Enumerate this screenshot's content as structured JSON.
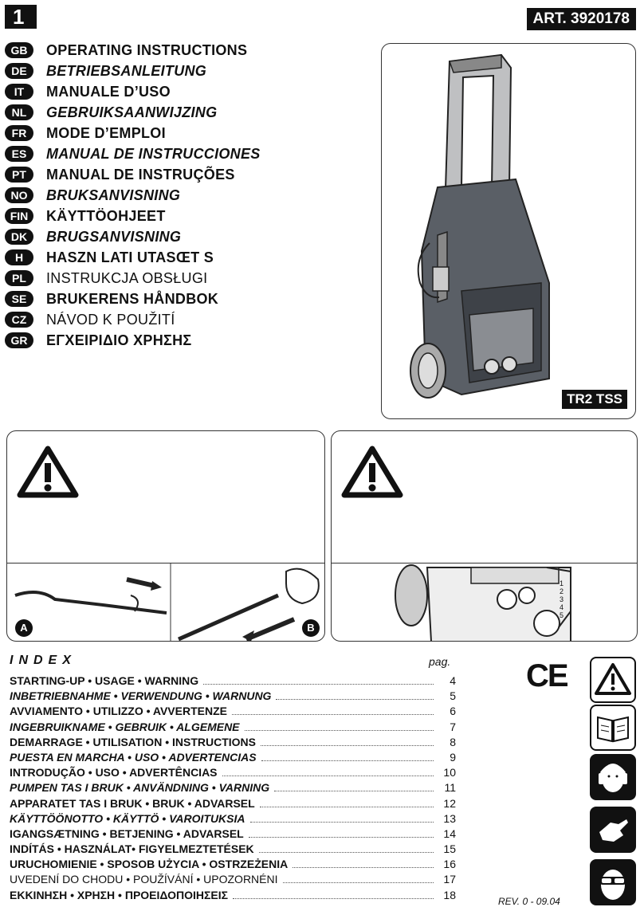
{
  "header": {
    "page_number": "1",
    "article": "ART. 3920178"
  },
  "languages": [
    {
      "code": "GB",
      "title": "OPERATING INSTRUCTIONS",
      "style": "bold"
    },
    {
      "code": "DE",
      "title": "BETRIEBSANLEITUNG",
      "style": "italic"
    },
    {
      "code": "IT",
      "title": "MANUALE D’USO",
      "style": "bold"
    },
    {
      "code": "NL",
      "title": "GEBRUIKSAANWIJZING",
      "style": "italic"
    },
    {
      "code": "FR",
      "title": "MODE D’EMPLOI",
      "style": "bold"
    },
    {
      "code": "ES",
      "title": "MANUAL DE INSTRUCCIONES",
      "style": "italic"
    },
    {
      "code": "PT",
      "title": "MANUAL DE INSTRUÇÕES",
      "style": "bold"
    },
    {
      "code": "NO",
      "title": "BRUKSANVISNING",
      "style": "italic"
    },
    {
      "code": "FIN",
      "title": "KÄYTTÖOHJEET",
      "style": "bold"
    },
    {
      "code": "DK",
      "title": "BRUGSANVISNING",
      "style": "italic"
    },
    {
      "code": "H",
      "title": "HASZN LATI UTASŒT S",
      "style": "bold"
    },
    {
      "code": "PL",
      "title": "INSTRUKCJA OBSŁUGI",
      "style": "light"
    },
    {
      "code": "SE",
      "title": "BRUKERENS HÅNDBOK",
      "style": "bold"
    },
    {
      "code": "CZ",
      "title": "NÁVOD K POUŽITÍ",
      "style": "light"
    },
    {
      "code": "GR",
      "title": "ΕΓΧΕΙΡΙΔΙΟ ΧΡΗΣΗΣ",
      "style": "bold"
    }
  ],
  "product": {
    "model": "TR2 TSS"
  },
  "figures": {
    "label_a": "A",
    "label_b": "B",
    "dial_numbers": [
      "1",
      "2",
      "3",
      "4",
      "5"
    ]
  },
  "index": {
    "title": "INDEX",
    "pag_label": "pag.",
    "entries": [
      {
        "label": "STARTING-UP • USAGE • WARNING",
        "page": "4",
        "style": "bold"
      },
      {
        "label": "INBETRIEBNAHME • VERWENDUNG • WARNUNG",
        "page": "5",
        "style": "italic"
      },
      {
        "label": "AVVIAMENTO • UTILIZZO • AVVERTENZE",
        "page": "6",
        "style": "bold"
      },
      {
        "label": "INGEBRUIKNAME • GEBRUIK • ALGEMENE",
        "page": "7",
        "style": "italic"
      },
      {
        "label": "DEMARRAGE • UTILISATION • INSTRUCTIONS",
        "page": "8",
        "style": "bold"
      },
      {
        "label": "PUESTA EN MARCHA • USO • ADVERTENCIAS",
        "page": "9",
        "style": "italic"
      },
      {
        "label": "INTRODUÇÃO • USO • ADVERTÊNCIAS",
        "page": "10",
        "style": "bold"
      },
      {
        "label": "PUMPEN TAS I BRUK • ANVÄNDNING • VARNING",
        "page": "11",
        "style": "italic"
      },
      {
        "label": "APPARATET TAS I BRUK • BRUK • ADVARSEL",
        "page": "12",
        "style": "bold"
      },
      {
        "label": "KÄYTTÖÖNOTTO • KÄYTTÖ • VAROITUKSIA",
        "page": "13",
        "style": "italic"
      },
      {
        "label": "IGANGSÆTNING • BETJENING • ADVARSEL",
        "page": "14",
        "style": "bold"
      },
      {
        "label": "INDÍTÁS • HASZNÁLAT• FIGYELMEZTETÉSEK",
        "page": "15",
        "style": "bold"
      },
      {
        "label": "URUCHOMIENIE  • SPOSOB UŻYCIA • OSTRZEŻENIA",
        "page": "16",
        "style": "bold"
      },
      {
        "label": "UVEDENÍ DO CHODU • POUŽÍVÁNÍ  • UPOZORNÉNI",
        "page": "17",
        "style": "light"
      },
      {
        "label": "ΕΚΚΙΝΗΣΗ • ΧΡΗΣΗ • ΠΡΟΕΙΔΟΠΟΙΗΣΕΙΣ",
        "page": "18",
        "style": "bold"
      }
    ]
  },
  "footer": {
    "ce_mark": "CE",
    "revision": "REV. 0 - 09.04"
  },
  "side_icons": [
    "warning-icon",
    "manual-icon",
    "ear-protection-icon",
    "gloves-icon",
    "goggles-icon"
  ]
}
